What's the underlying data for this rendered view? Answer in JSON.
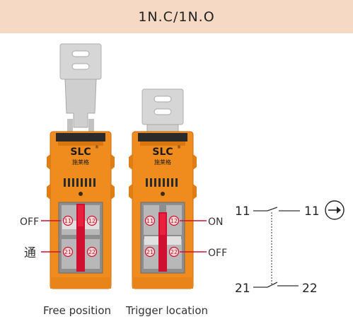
{
  "header": {
    "title": "1N.C/1N.O"
  },
  "brand": {
    "logo": "SLC",
    "registered": "®",
    "chinese_name": "施莱格"
  },
  "switch_free": {
    "caption": "Free position",
    "contacts": {
      "top_left": "11",
      "top_right": "12",
      "bottom_left": "21",
      "bottom_right": "22"
    },
    "label_top": "OFF",
    "label_bottom": "通"
  },
  "switch_trigger": {
    "caption": "Trigger location",
    "contacts": {
      "top_left": "11",
      "top_right": "12",
      "bottom_left": "21",
      "bottom_right": "22"
    },
    "label_top": "ON",
    "label_bottom": "OFF"
  },
  "schematic": {
    "top_left": "11",
    "top_right": "11",
    "bottom_left": "21",
    "bottom_right": "22",
    "direction_icon": "arrow-right-circle-icon"
  },
  "colors": {
    "header_bg": "#f5d9c5",
    "switch_body": "#f08c1e",
    "actuator_metal": "#d4d4d4",
    "contact_red": "#d01030",
    "terminal_gray": "#8e8e8e"
  }
}
